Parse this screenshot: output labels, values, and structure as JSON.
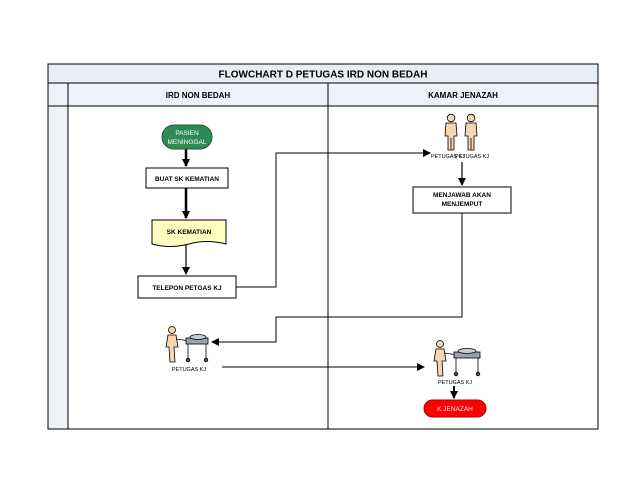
{
  "title": "FLOWCHART D PETUGAS IRD NON BEDAH",
  "lanes": {
    "left": "IRD NON BEDAH",
    "right": "KAMAR JENAZAH"
  },
  "nodes": {
    "pasien_line1": "PASIEN",
    "pasien_line2": "MENINGGAL",
    "buat_sk": "BUAT SK KEMATIAN",
    "sk_kematian": "SK KEMATIAN",
    "telepon": "TELEPON PETGAS KJ",
    "petugas_pair_a": "PETUGAS KJ",
    "petugas_pair_b": "PETUGAS KJ",
    "menjawab_line1": "MENJAWAB AKAN",
    "menjawab_line2": "MENJEMPUT",
    "petugas_left": "PETUGAS KJ",
    "petugas_right": "PETUGAS KJ",
    "k_jenazah": "K JENAZAH"
  },
  "icons": {
    "people_pair": "two-people-icon",
    "stretcher_left": "stretcher-worker-icon",
    "stretcher_right": "stretcher-worker-icon"
  },
  "colors": {
    "terminator_green": "#2E8B57",
    "document_yellow": "#FFFFC0",
    "terminator_red": "#FF0000",
    "header_bg": "#E8EEF8",
    "lane_bg": "#EEF2F8",
    "figure_fill": "#F5D6B0"
  }
}
